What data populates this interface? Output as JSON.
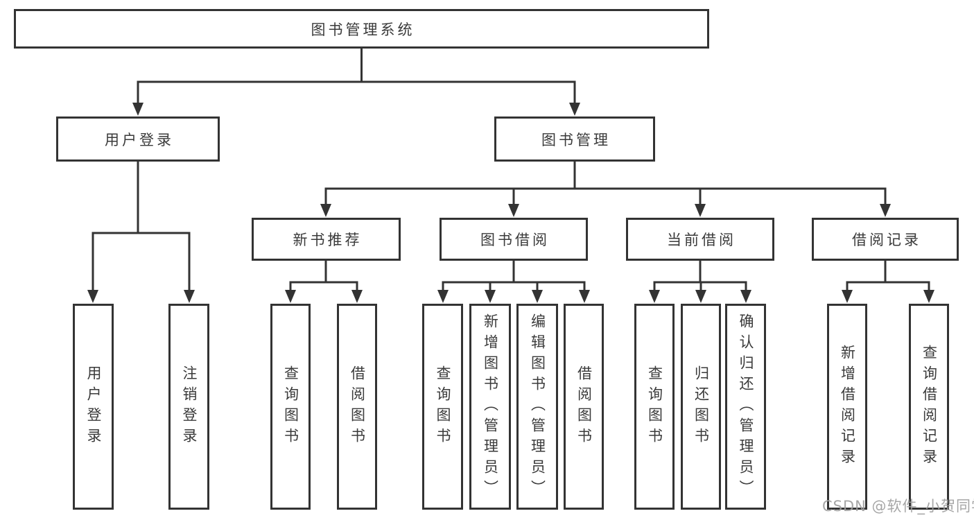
{
  "diagram": {
    "root": {
      "label": "图书管理系统"
    },
    "level2": {
      "user_login": {
        "label": "用户登录"
      },
      "book_management": {
        "label": "图书管理"
      }
    },
    "level3": {
      "new_book_recommend": {
        "label": "新书推荐"
      },
      "book_borrow": {
        "label": "图书借阅"
      },
      "current_borrow": {
        "label": "当前借阅"
      },
      "borrow_records": {
        "label": "借阅记录"
      }
    },
    "leaves": {
      "user_login_leaf": {
        "label": "用户登录"
      },
      "logout": {
        "label": "注销登录"
      },
      "nb_query_book": {
        "label": "查询图书"
      },
      "nb_borrow_book": {
        "label": "借阅图书"
      },
      "bb_query_book": {
        "label": "查询图书"
      },
      "bb_add_book": {
        "label": "新增图书（管理员）"
      },
      "bb_edit_book": {
        "label": "编辑图书（管理员）"
      },
      "bb_borrow_book": {
        "label": "借阅图书"
      },
      "cb_query_book": {
        "label": "查询图书"
      },
      "cb_return_book": {
        "label": "归还图书"
      },
      "cb_confirm_return": {
        "label": "确认归还（管理员）"
      },
      "br_add_record": {
        "label": "新增借阅记录"
      },
      "br_query_record": {
        "label": "查询借阅记录"
      }
    },
    "watermark": "CSDN @软件_小贺同学",
    "colors": {
      "line": "#333333",
      "text": "#3a3a3a",
      "background": "#ffffff",
      "watermark": "#9e9e9e"
    }
  }
}
